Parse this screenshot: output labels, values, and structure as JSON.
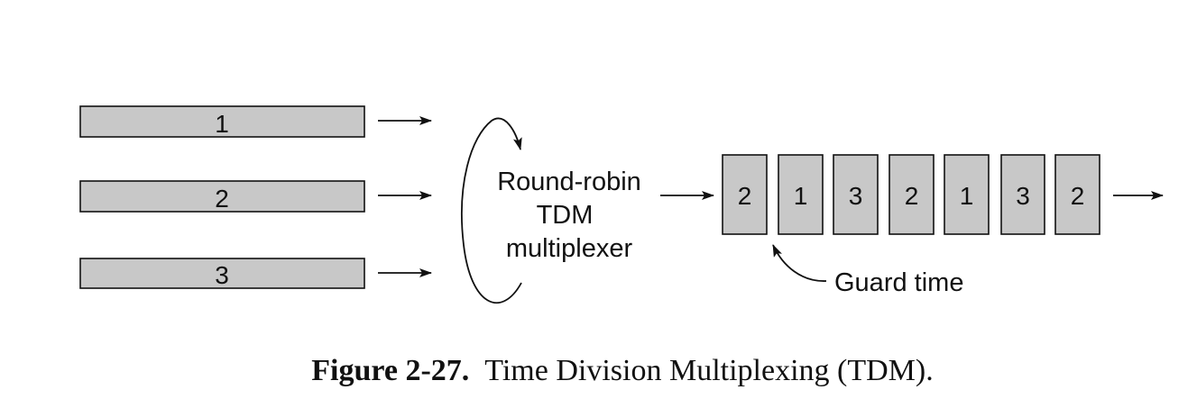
{
  "inputs": [
    {
      "label": "1"
    },
    {
      "label": "2"
    },
    {
      "label": "3"
    }
  ],
  "multiplexer": {
    "lines": [
      "Round-robin",
      "TDM",
      "multiplexer"
    ]
  },
  "output_slots": [
    "2",
    "1",
    "3",
    "2",
    "1",
    "3",
    "2"
  ],
  "guard_label": "Guard time",
  "caption": {
    "label": "Figure 2-27.",
    "text": "Time Division Multiplexing (TDM)."
  },
  "colors": {
    "box_fill": "#c8c8c8",
    "stroke": "#111111",
    "background": "#ffffff"
  }
}
